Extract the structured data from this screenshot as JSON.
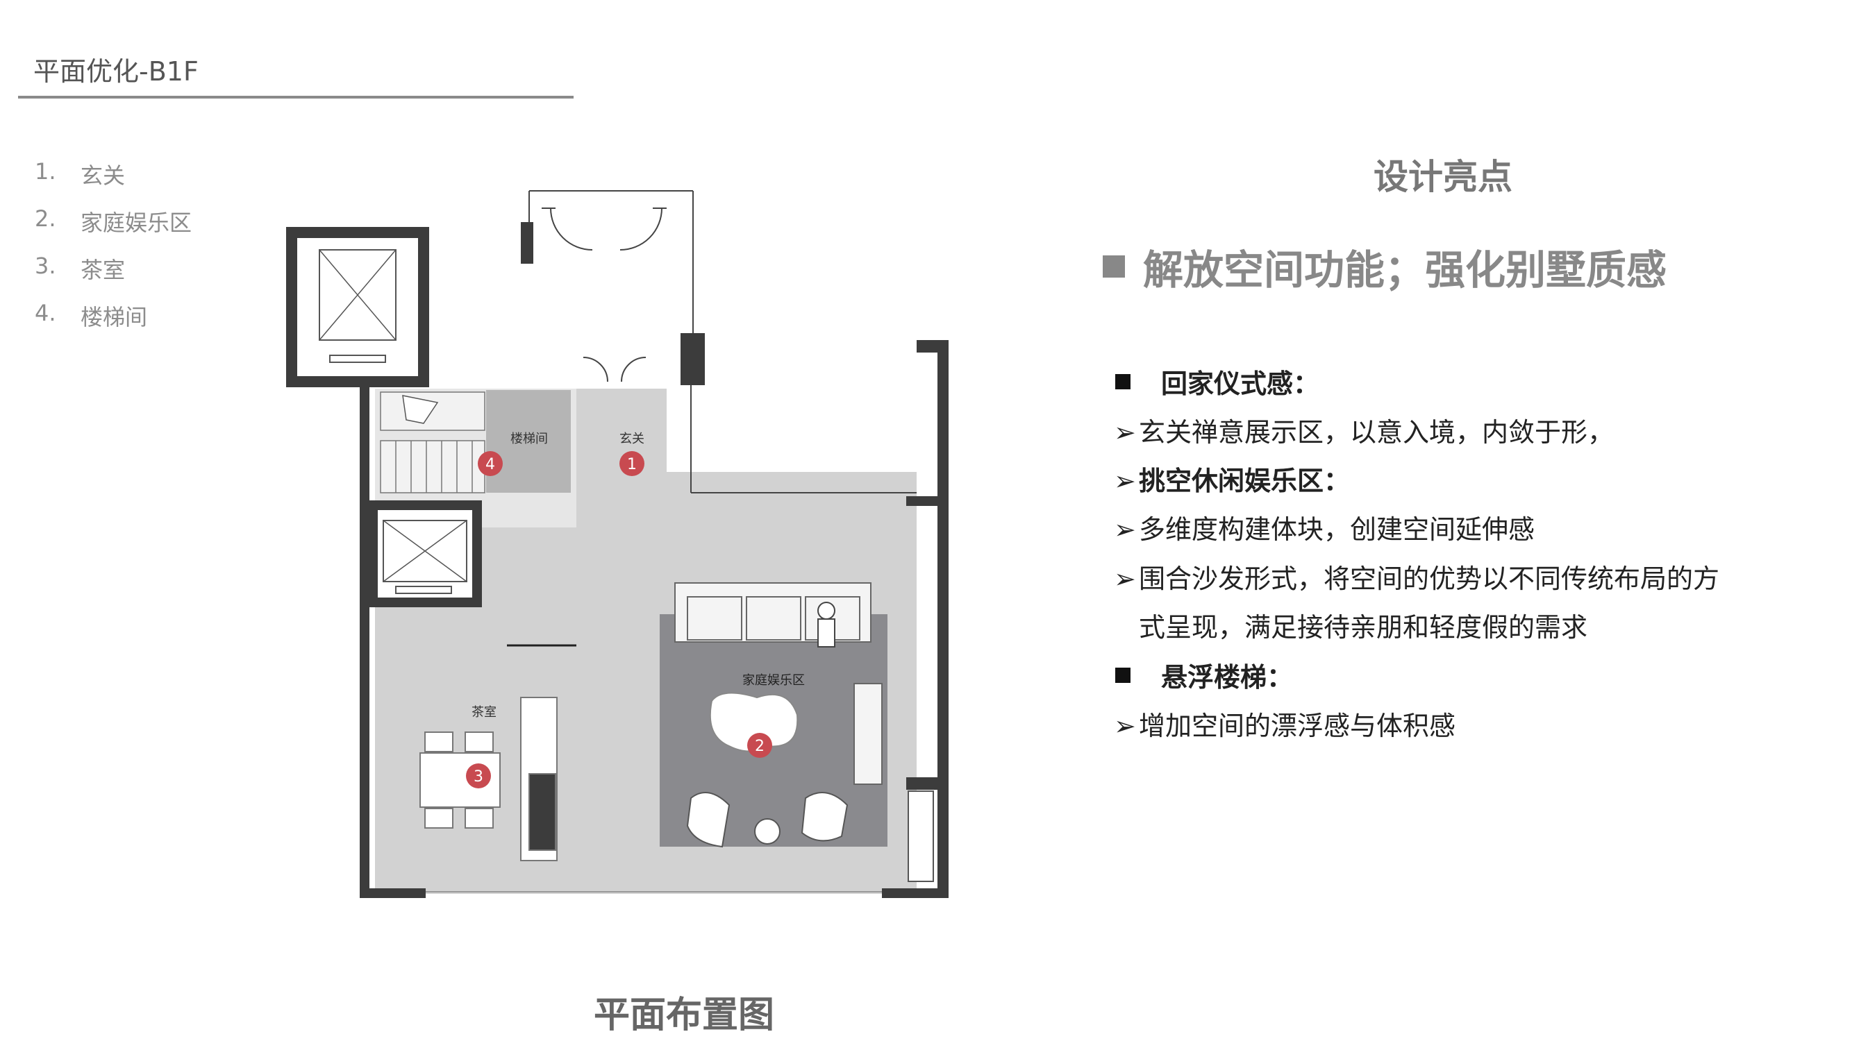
{
  "header": {
    "title": "平面优化-B1F"
  },
  "legend": [
    {
      "num": "1.",
      "label": "玄关"
    },
    {
      "num": "2.",
      "label": "家庭娱乐区"
    },
    {
      "num": "3.",
      "label": "茶室"
    },
    {
      "num": "4.",
      "label": "楼梯间"
    }
  ],
  "plan": {
    "caption": "平面布置图",
    "labels": {
      "stair": "楼梯间",
      "entry": "玄关",
      "family": "家庭娱乐区",
      "tea": "茶室"
    },
    "markers": [
      "1",
      "2",
      "3",
      "4"
    ]
  },
  "highlights": {
    "title": "设计亮点",
    "main_point": "解放空间功能；强化别墅质感",
    "items": [
      {
        "type": "head",
        "text": "回家仪式感："
      },
      {
        "type": "bullet",
        "text": "玄关禅意展示区，以意入境，内敛于形，"
      },
      {
        "type": "bullet-strong",
        "text": "挑空休闲娱乐区："
      },
      {
        "type": "bullet",
        "text": "多维度构建体块，创建空间延伸感"
      },
      {
        "type": "bullet",
        "text": "围合沙发形式，将空间的优势以不同传统布局的方"
      },
      {
        "type": "cont",
        "text": "式呈现，满足接待亲朋和轻度假的需求"
      },
      {
        "type": "head",
        "text": "悬浮楼梯："
      },
      {
        "type": "bullet",
        "text": "增加空间的漂浮感与体积感"
      }
    ],
    "arrow": "➢"
  },
  "colors": {
    "wall": "#3c3c3c",
    "floor": "#d2d2d2",
    "rug": "#8a8a8e",
    "stair_room": "#b5b5b5",
    "marker": "#c84a50"
  }
}
